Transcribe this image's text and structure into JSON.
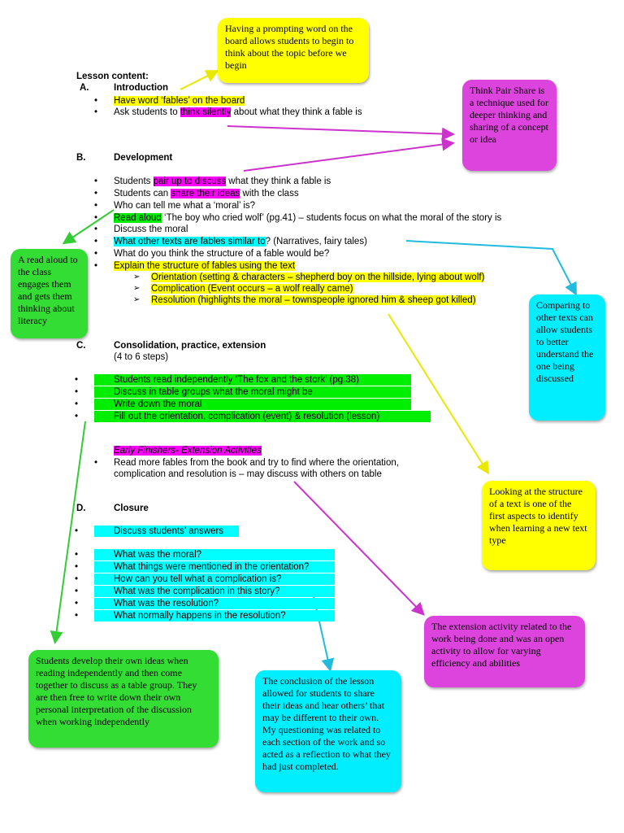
{
  "lesson": {
    "heading": "Lesson content:",
    "intro": {
      "letter": "A.",
      "title": "Introduction",
      "b1_pre": "Have word ‘fables’ on the board",
      "b2_pre": "Ask students to ",
      "b2_hl": "think silently",
      "b2_post": " about what they think a fable is"
    },
    "dev": {
      "letter": "B.",
      "title": "Development",
      "b1_pre": "Students ",
      "b1_hl": "pair up to discuss",
      "b1_post": " what they think a fable is",
      "b2_pre": "Students can ",
      "b2_hl": "share their ideas",
      "b2_post": " with the class",
      "b3": "Who can tell me what a ‘moral’ is?",
      "b4_hl": "Read aloud",
      "b4_post": " ‘The boy who cried wolf’ (pg.41) – students focus on what the moral of the story is",
      "b5": "Discuss the moral",
      "b6_hl": "What other texts are fables similar to",
      "b6_post": "? (Narratives, fairy tales)",
      "b7": "What do you think the structure of a fable would be?",
      "b8": "Explain the structure of fables using the text",
      "s1": "Orientation (setting & characters – shepherd boy on the hillside, lying about wolf)",
      "s2": "Complication (Event occurs – a wolf really came)",
      "s3": "Resolution (highlights the moral – townspeople ignored him & sheep got killed)"
    },
    "cons": {
      "letter": "C.",
      "title": "Consolidation, practice, extension",
      "steps": "(4 to 6 steps)",
      "b1": "Students read independently ‘The fox and the stork’ (pg.38)",
      "b2": "Discuss in table groups what the moral might be",
      "b3": "Write down the moral",
      "b4": "Fill out the orientation, complication (event) & resolution (lesson)",
      "early": "Early Finishers- Extension Activities",
      "e1a": "Read more fables from the book and try to find where the orientation,",
      "e1b": "complication and resolution is – may discuss with others on table"
    },
    "closure": {
      "letter": "D.",
      "title": "Closure",
      "b1": "Discuss students’ answers",
      "q1": "What was the moral?",
      "q2": "What things were mentioned in the orientation?",
      "q3": "How can you tell what a complication is?",
      "q4": "What was the complication in this story?",
      "q5": "What was the resolution?",
      "q6": "What normally happens in the resolution?"
    }
  },
  "notes": {
    "prompt": "Having a prompting word on the board allows students to begin to think about the topic before we begin",
    "tps": "Think Pair Share is a technique used for deeper thinking and sharing of a concept or idea",
    "readaloud": "A read aloud to the class engages them and gets them thinking about literacy",
    "compare": "Comparing to other texts can allow students to better understand the one being discussed",
    "structure": "Looking at the structure of a text is one of the first aspects to identify when learning a new text type",
    "extension": "The extension activity related to the work being done and was an open activity to allow for varying efficiency and abilities",
    "independent": "Students develop their own ideas when reading independently and then come together to discuss as a table group. They are then free to write down their own personal interpretation of the discussion when working independently",
    "conclusion": "The conclusion of the lesson allowed for students to share their ideas and hear others’ that may be different to their own. My questioning was related to each section of the work and so acted as a reflection to what they had just completed."
  },
  "colors": {
    "yellow": "#ffff00",
    "magenta": "#ff00ff",
    "green": "#00ee00",
    "cyan": "#00ffff"
  }
}
